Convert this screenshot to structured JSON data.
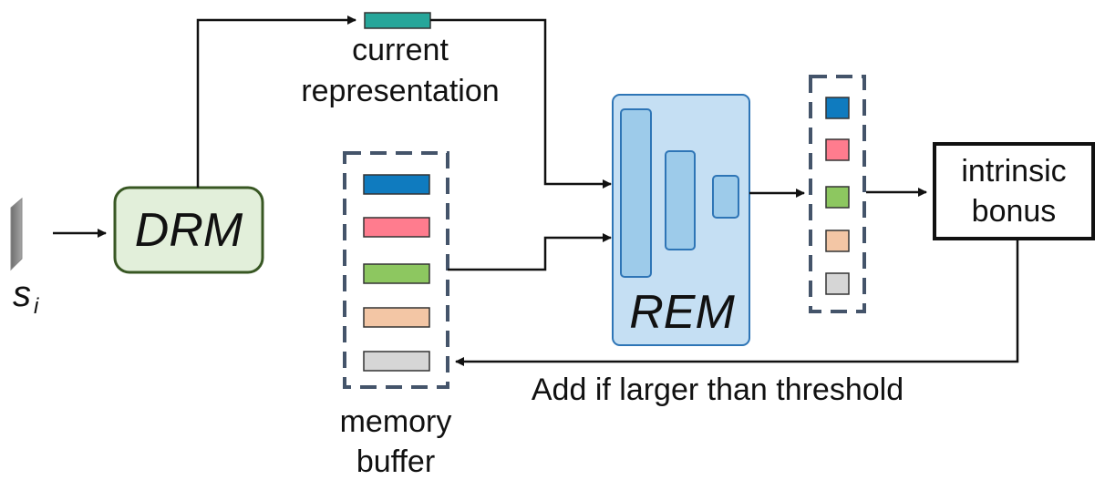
{
  "modules": {
    "drm": "DRM",
    "rem": "REM"
  },
  "state": {
    "symbol": "s",
    "subscript": "i"
  },
  "labels": {
    "current_representation_line1": "current",
    "current_representation_line2": "representation",
    "memory_buffer_line1": "memory",
    "memory_buffer_line2": "buffer",
    "intrinsic_bonus_line1": "intrinsic",
    "intrinsic_bonus_line2": "bonus",
    "feedback": "Add if larger than threshold"
  },
  "colors": {
    "current_representation": "#26a69a",
    "drm_fill": "#e2efda",
    "drm_stroke": "#385723",
    "rem_fill": "#c5dff3",
    "rem_stroke": "#2e75b6",
    "rem_layer_fill": "#9dcbea",
    "buffer_items": [
      "#0f7bbf",
      "#ff7c8e",
      "#8dc760",
      "#f3c6a5",
      "#d6d6d6"
    ],
    "dash": "#44546a"
  }
}
